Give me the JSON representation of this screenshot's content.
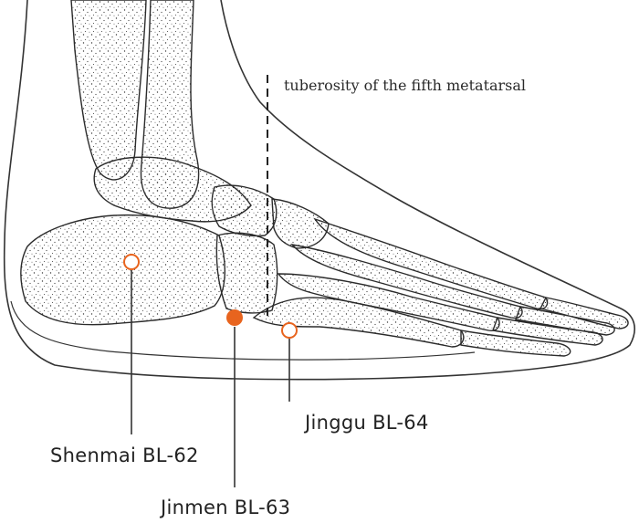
{
  "figure": {
    "annotation": "tuberosity of the fifth metatarsal",
    "points": [
      {
        "id": "shenmai",
        "label": "Shenmai BL-62",
        "marker": "open"
      },
      {
        "id": "jinmen",
        "label": "Jinmen BL-63",
        "marker": "filled"
      },
      {
        "id": "jinggu",
        "label": "Jinggu BL-64",
        "marker": "open"
      }
    ]
  },
  "colors": {
    "point": "#e8641e",
    "bone_outline": "#2b2b2b",
    "bone_stipple": "#3a3a3a",
    "skin_outline": "#333333",
    "leader_line": "#333333"
  }
}
